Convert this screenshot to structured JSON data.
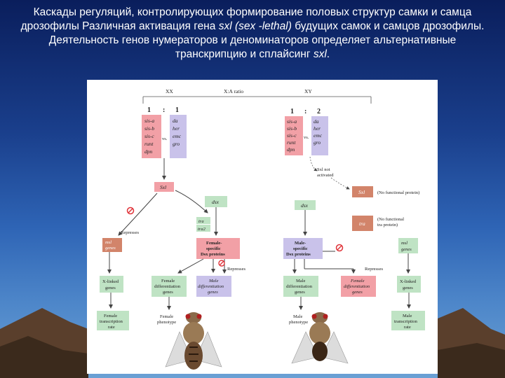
{
  "title": {
    "part1": "Каскады регуляций, контролирующих формирование половых структур самки и самца дрозофилы Различная активация гена ",
    "gene1": "sxl (sex -lethal)",
    "part2": " будущих самок и самцов дрозофилы. Деятельность генов нумераторов и деноминаторов определяет альтернативные транскрипцию и сплайсинг ",
    "gene2": "sxl",
    "part3": "."
  },
  "diagram": {
    "xx": "XX",
    "ratio": "X:A ratio",
    "xy": "XY",
    "female_num": "1",
    "female_den": "1",
    "male_num": "1",
    "male_den": "2",
    "colon": ":",
    "vs": "vs.",
    "numerators": [
      "sis-a",
      "sis-b",
      "sis-c",
      "runt",
      "dpn"
    ],
    "denominators": [
      "da",
      "her",
      "emc",
      "gro"
    ],
    "sxl_not_activated": [
      "Sxl not",
      "activated"
    ],
    "sxl": "Sxl",
    "dsx": "dsx",
    "tra": "tra",
    "tra2": "tra2",
    "msl_genes": [
      "msl",
      "genes"
    ],
    "represses": "Represses",
    "female_dsx": [
      "Female-",
      "specific",
      "Dsx proteins"
    ],
    "male_dsx": [
      "Male-",
      "specific",
      "Dsx proteins"
    ],
    "xlinked": [
      "X-linked",
      "genes"
    ],
    "female_diff": [
      "Female",
      "differentiation",
      "genes"
    ],
    "male_diff": [
      "Male",
      "differentiation",
      "genes"
    ],
    "female_tx": [
      "Female",
      "transcription",
      "rate"
    ],
    "female_pheno": [
      "Female",
      "phenotype"
    ],
    "male_pheno": [
      "Male",
      "phenotype"
    ],
    "male_tx": [
      "Male",
      "transcription",
      "rate"
    ],
    "no_sxl_protein": "(No functional protein)",
    "no_tra_protein": [
      "(No functional",
      "tra protein)"
    ]
  },
  "colors": {
    "pink_box": "#f2a0a6",
    "lavender_box": "#c9c2ea",
    "green_box": "#bfe3c4",
    "brown_box": "#d2846a",
    "repress_symbol": "#e0343a"
  }
}
